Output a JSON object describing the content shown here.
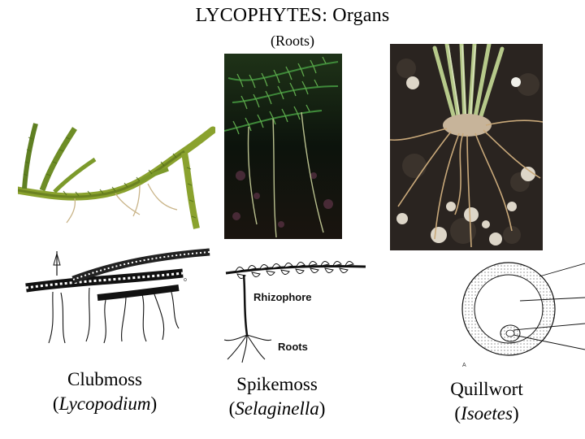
{
  "slide": {
    "title": "LYCOPHYTES: Organs",
    "subtitle": "(Roots)"
  },
  "panels": {
    "clubmoss_photo": {
      "icon": "clubmoss-branch-photo"
    },
    "spikemoss_photo": {
      "icon": "spikemoss-fronds-photo"
    },
    "quillwort_photo": {
      "icon": "quillwort-roots-photo"
    },
    "clubmoss_sketch": {
      "icon": "clubmoss-rhizome-drawing"
    },
    "spikemoss_sketch": {
      "icon": "selaginella-rhizophore-drawing",
      "label_rhizophore": "Rhizophore",
      "label_roots": "Roots"
    },
    "quillwort_sketch": {
      "icon": "isoetes-cross-section-drawing",
      "mark": "A"
    }
  },
  "captions": {
    "clubmoss": {
      "common": "Clubmoss",
      "open": "(",
      "scientific": "Lycopodium",
      "close": ")"
    },
    "spikemoss": {
      "common": "Spikemoss",
      "open": "(",
      "scientific": "Selaginella",
      "close": ")"
    },
    "quillwort": {
      "common": "Quillwort",
      "open": "(",
      "scientific": "Isoetes",
      "close": ")"
    }
  },
  "colors": {
    "background": "#ffffff",
    "moss_green": "#7f9a2a",
    "dark_green": "#2f5a1e",
    "soil_dark": "#2a2420",
    "root_tan": "#c9b488"
  }
}
